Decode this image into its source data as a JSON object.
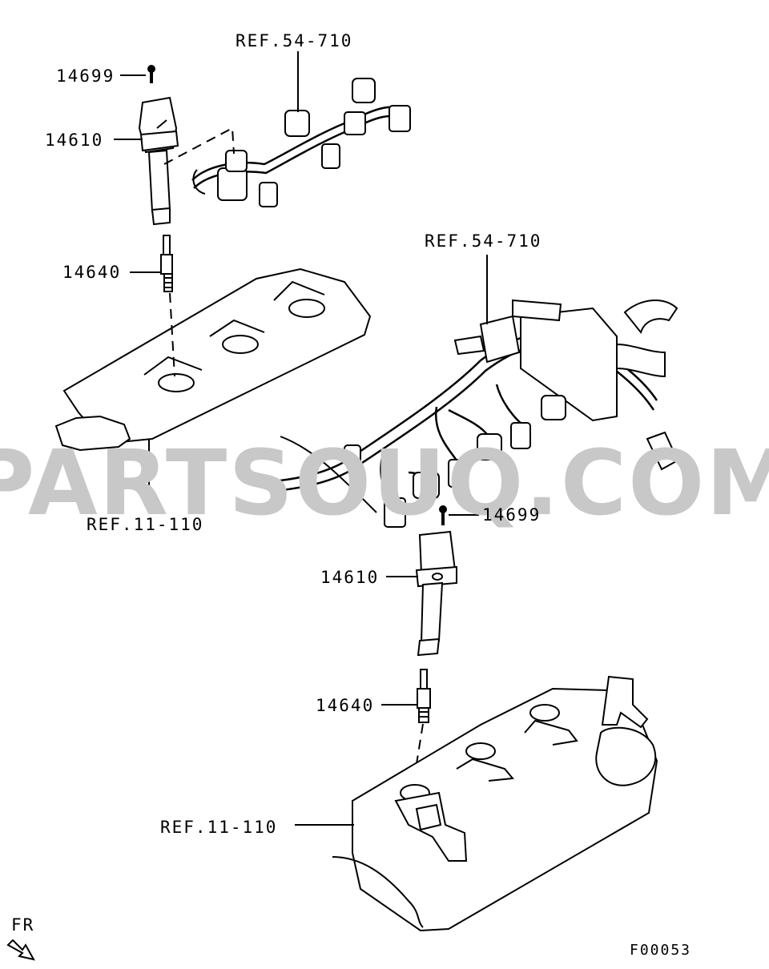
{
  "labels": {
    "ref_harness_top": "REF.54-710",
    "ref_harness_mid": "REF.54-710",
    "bolt_upper": "14699",
    "coil_upper": "14610",
    "plug_upper": "14640",
    "ref_head_left": "REF.11-110",
    "bolt_lower": "14699",
    "coil_lower": "14610",
    "plug_lower": "14640",
    "ref_head_right": "REF.11-110",
    "front_indicator": "FR",
    "figure_code": "F00053"
  },
  "watermark": "PARTSOUQ.COM"
}
